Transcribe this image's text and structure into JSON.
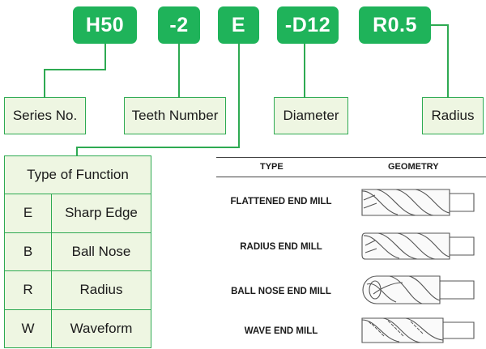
{
  "code_parts": [
    {
      "id": "series",
      "text": "H50"
    },
    {
      "id": "teeth",
      "text": "-2"
    },
    {
      "id": "function",
      "text": "E"
    },
    {
      "id": "diameter",
      "text": "-D12"
    },
    {
      "id": "radius",
      "text": "R0.5"
    }
  ],
  "labels": {
    "series": "Series No.",
    "teeth": "Teeth Number",
    "diameter": "Diameter",
    "radius": "Radius"
  },
  "function_table": {
    "header": "Type of Function",
    "rows": [
      {
        "code": "E",
        "name": "Sharp Edge"
      },
      {
        "code": "B",
        "name": "Ball Nose"
      },
      {
        "code": "R",
        "name": "Radius"
      },
      {
        "code": "W",
        "name": "Waveform"
      }
    ]
  },
  "type_table": {
    "headers": {
      "type": "TYPE",
      "geometry": "GEOMETRY"
    },
    "rows": [
      {
        "type": "FLATTENED END MILL",
        "geometry_icon": "flattened-end-mill-icon"
      },
      {
        "type": "RADIUS END MILL",
        "geometry_icon": "radius-end-mill-icon"
      },
      {
        "type": "BALL NOSE END MILL",
        "geometry_icon": "ball-nose-end-mill-icon"
      },
      {
        "type": "WAVE END MILL",
        "geometry_icon": "wave-end-mill-icon"
      }
    ]
  },
  "colors": {
    "accent_green": "#1fb35a",
    "label_fill": "#eef6e2",
    "border_green": "#2eaa52"
  }
}
